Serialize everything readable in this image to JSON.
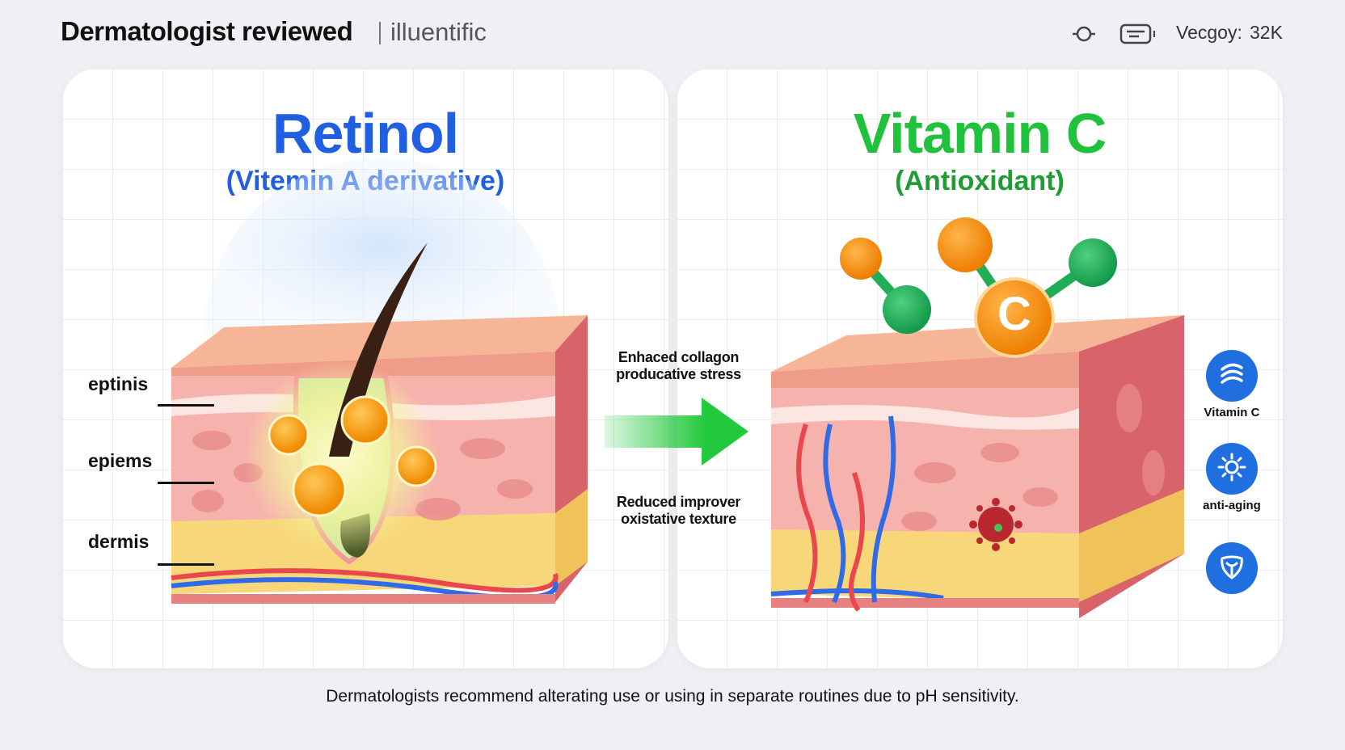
{
  "header": {
    "brand": "Dermatologist reviewed",
    "subbrand": "illuentific",
    "icons": [
      "refresh-icon",
      "card-icon"
    ],
    "views_label": "Vecgoy:",
    "views_count": "32K"
  },
  "left_panel": {
    "title": "Retinol",
    "subtitle": "(Vitemin A derivative)",
    "layers": [
      "eptinis",
      "epiems",
      "dermis"
    ]
  },
  "middle": {
    "top_text_line1": "Enhaced collagon",
    "top_text_line2": "producative stress",
    "bottom_text_line1": "Reduced improver",
    "bottom_text_line2": "oxistative texture",
    "arrow_color": "#22c93c"
  },
  "right_panel": {
    "title": "Vitamin C",
    "subtitle": "(Antioxidant)",
    "molecule_letter": "C",
    "badges": [
      {
        "icon": "waves-icon",
        "label": "Vitamin C"
      },
      {
        "icon": "sun-icon",
        "label": "anti-aging"
      },
      {
        "icon": "leaf-icon",
        "label": ""
      }
    ]
  },
  "footer": {
    "text": "Dermatologists recommend alterating use or using in separate routines due to pH sensitivity."
  },
  "colors": {
    "retinol_blue": "#1f5fe0",
    "vitc_green": "#1fc23a",
    "badge_blue": "#1f6fe0",
    "molecule_orange": "#f59a0b",
    "molecule_green": "#1fae55"
  }
}
